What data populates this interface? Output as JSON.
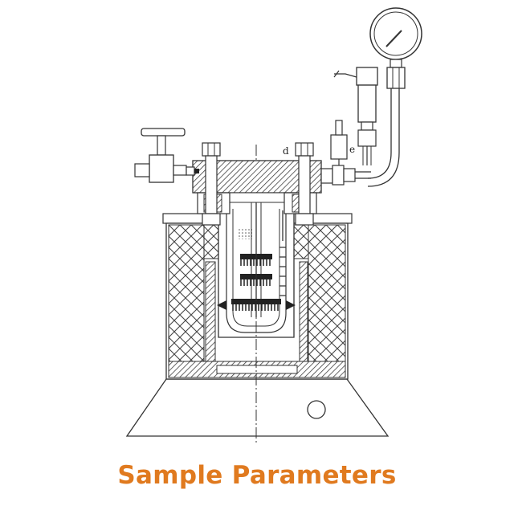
{
  "caption": "Sample Parameters",
  "labels": {
    "d": "d",
    "e": "e"
  },
  "colors": {
    "caption": "#e07a1f",
    "line": "#333333"
  }
}
